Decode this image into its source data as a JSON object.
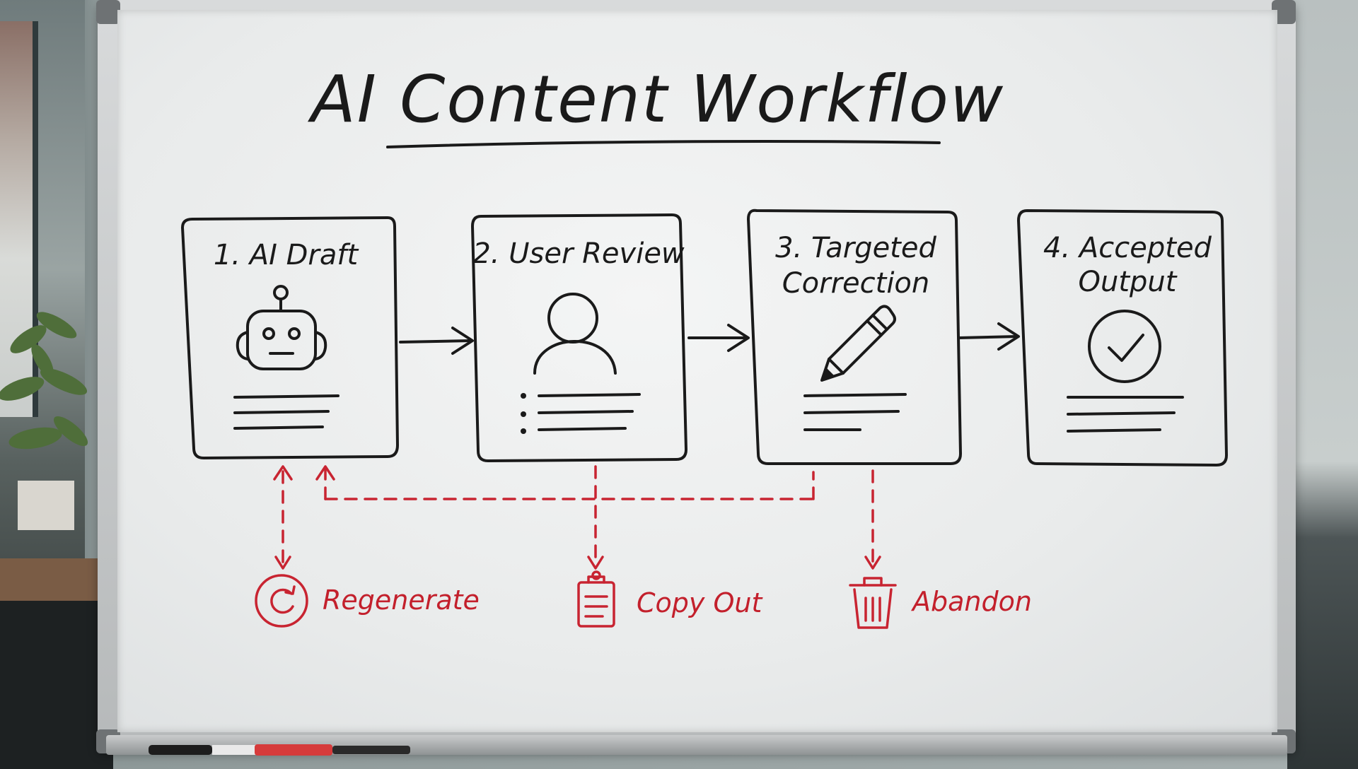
{
  "title": "AI Content Workflow",
  "steps": [
    {
      "label_line1": "1. AI Draft",
      "label_line2": "",
      "icon": "robot-icon"
    },
    {
      "label_line1": "2. User Review",
      "label_line2": "",
      "icon": "user-icon"
    },
    {
      "label_line1": "3. Targeted",
      "label_line2": "Correction",
      "icon": "pencil-icon"
    },
    {
      "label_line1": "4. Accepted",
      "label_line2": "Output",
      "icon": "check-circle-icon"
    }
  ],
  "actions": [
    {
      "label": "Regenerate",
      "icon": "refresh-icon"
    },
    {
      "label": "Copy Out",
      "icon": "clipboard-icon"
    },
    {
      "label": "Abandon",
      "icon": "trash-icon"
    }
  ],
  "colors": {
    "ink": "#1a1a1a",
    "accent_red": "#c82431",
    "board": "#eceeee"
  }
}
